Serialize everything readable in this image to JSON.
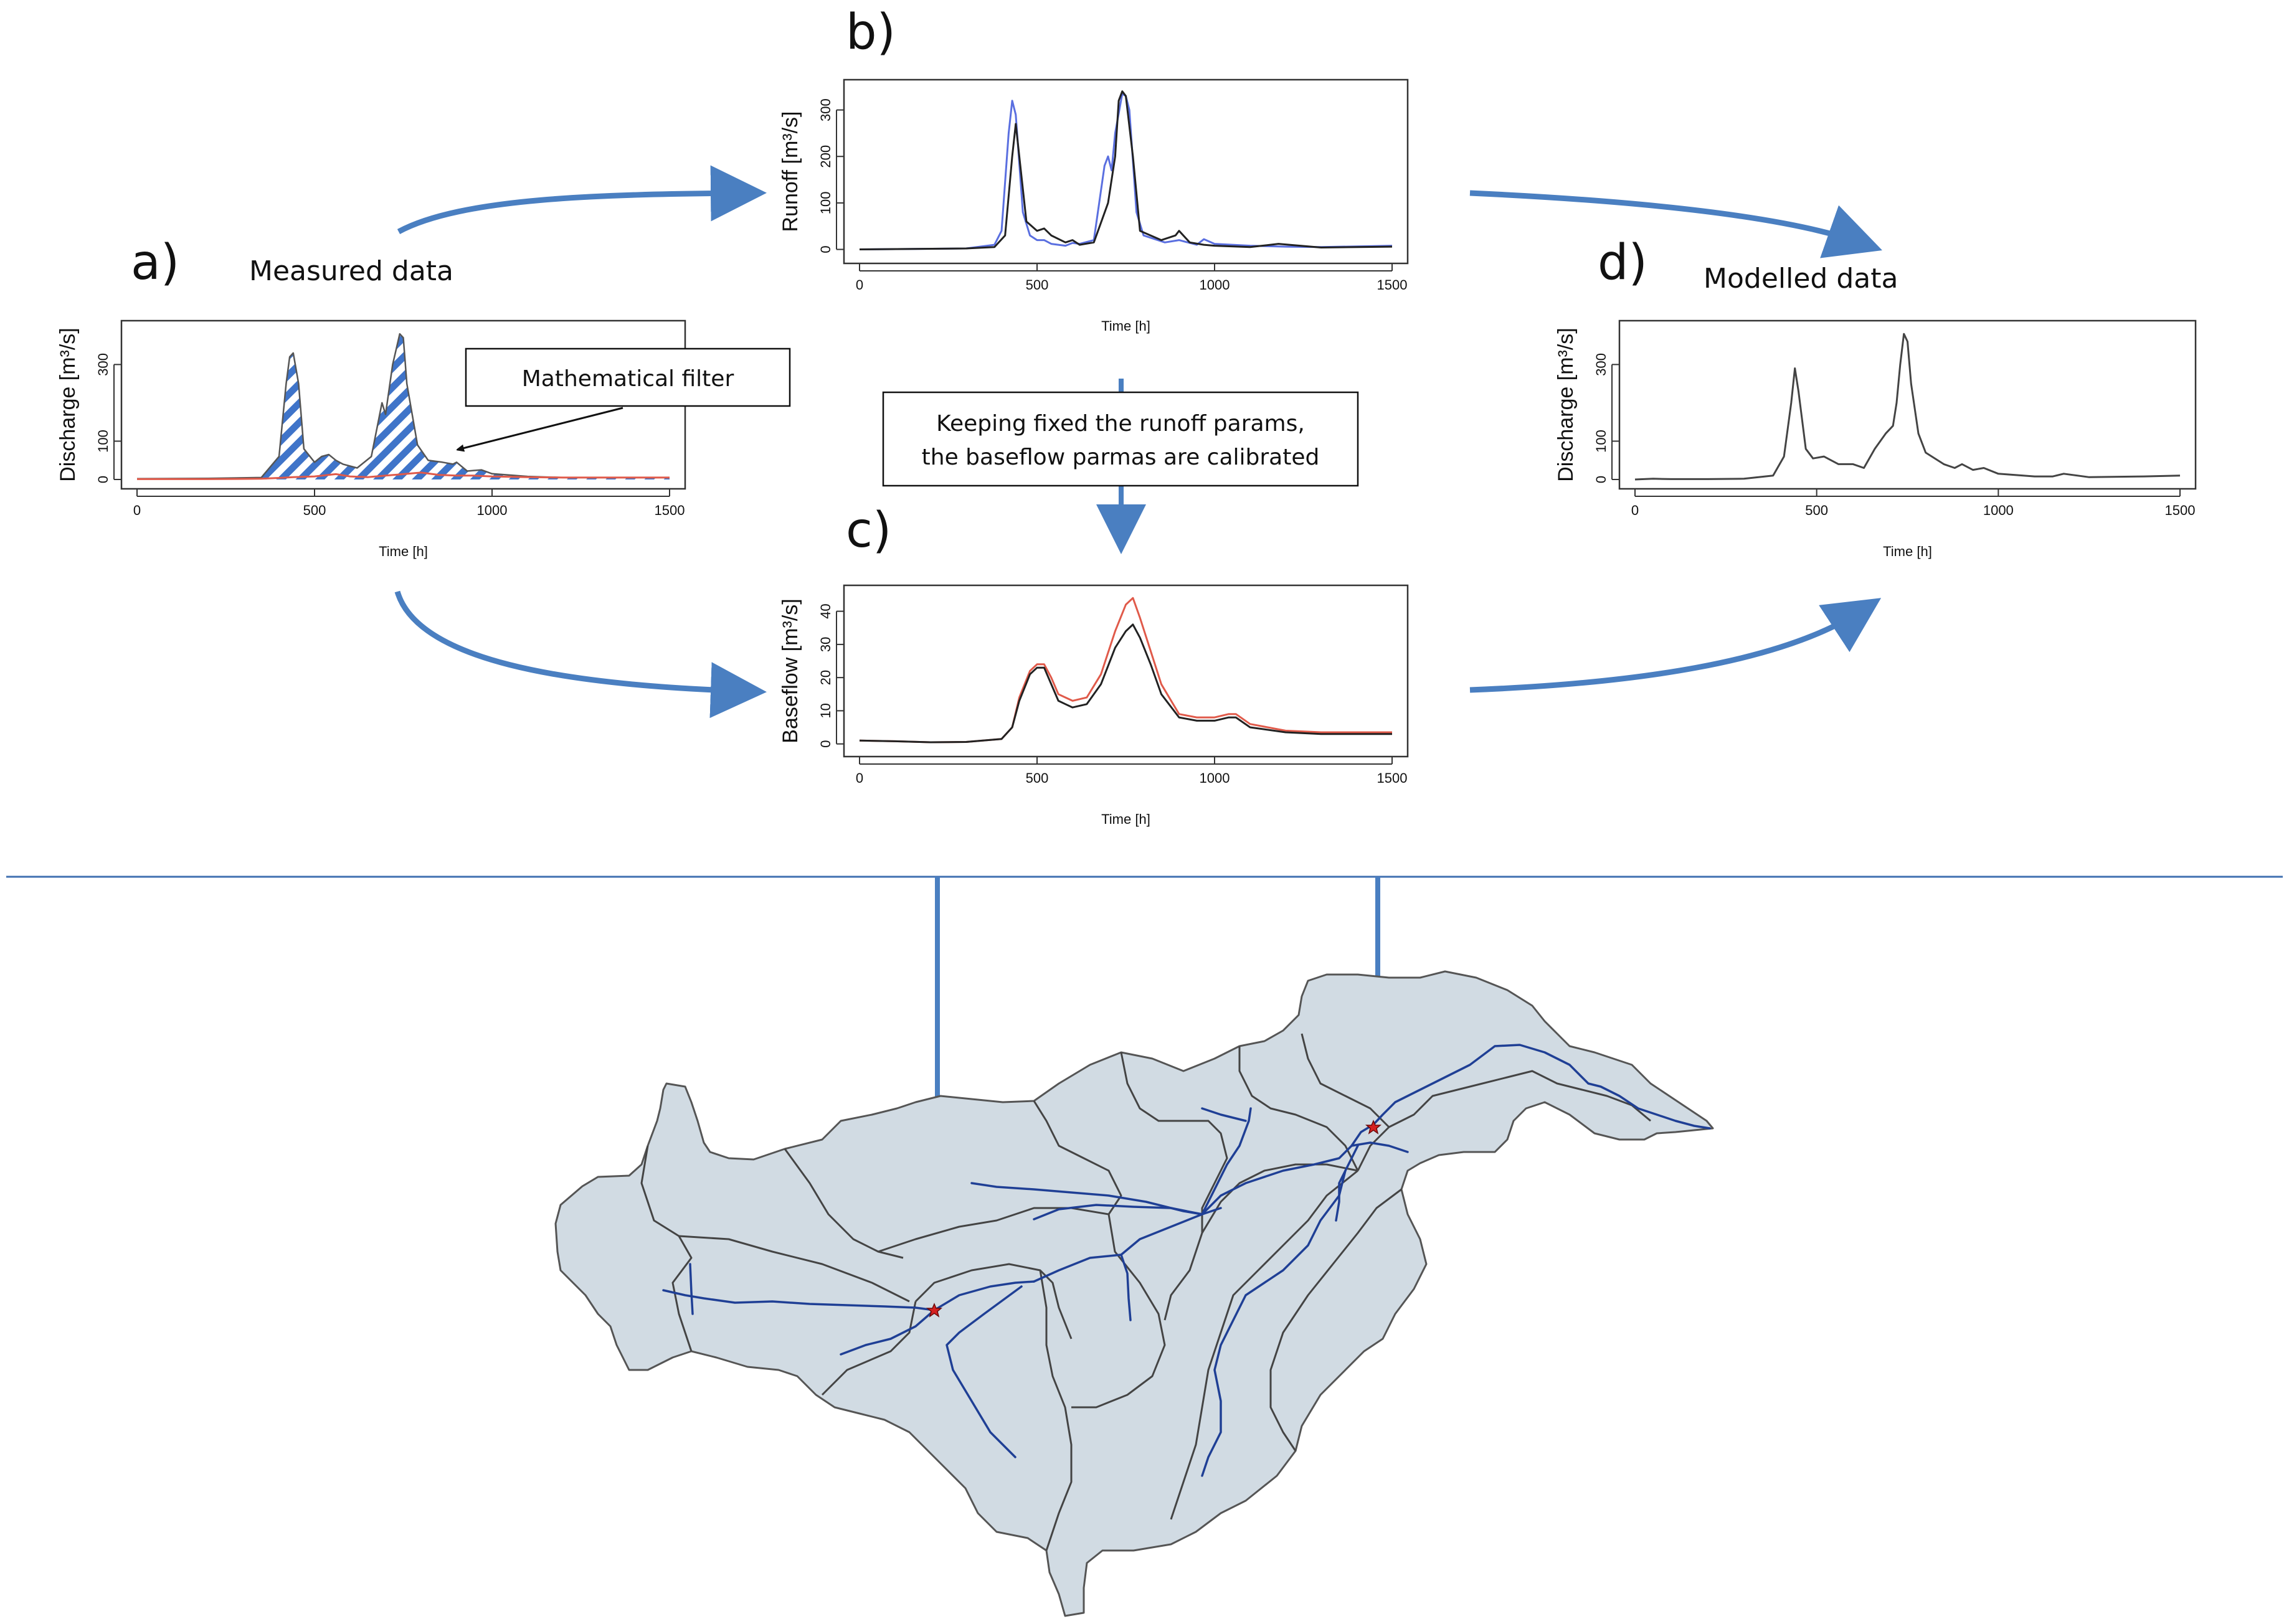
{
  "labels": {
    "panel_a": "a)",
    "panel_b": "b)",
    "panel_c": "c)",
    "panel_d": "d)",
    "measured": "Measured data",
    "modelled": "Modelled data",
    "filter_box": "Mathematical filter",
    "calib_line1": "Keeping fixed the runoff params,",
    "calib_line2": "the baseflow parmas are calibrated"
  },
  "colors": {
    "arrow": "#4a7fc1",
    "panel_line_blue": "#5a6fe0",
    "panel_line_red": "#e05a4a",
    "hatch_blue": "#3f74c9",
    "catchment_fill": "#d1dbe3",
    "river": "#1f3f95",
    "divider": "#3f6fb0",
    "outlet_star": "#d62020"
  },
  "chart_data": [
    {
      "id": "a",
      "type": "area",
      "title": "",
      "xlabel": "Time [h]",
      "ylabel": "Discharge [m³/s]",
      "xlim": [
        0,
        1500
      ],
      "ylim": [
        0,
        390
      ],
      "xticks": [
        0,
        500,
        1000,
        1500
      ],
      "yticks": [
        0,
        100,
        300
      ],
      "series": [
        {
          "x": [
            0,
            200,
            350,
            400,
            420,
            430,
            440,
            455,
            470,
            500,
            520,
            540,
            560,
            580,
            600,
            620,
            660,
            690,
            700,
            720,
            740,
            750,
            760,
            790,
            820,
            860,
            890,
            900,
            930,
            970,
            1000,
            1100,
            1200,
            1500
          ],
          "values": [
            2,
            3,
            5,
            60,
            250,
            320,
            330,
            250,
            80,
            45,
            60,
            65,
            50,
            40,
            35,
            30,
            60,
            200,
            170,
            300,
            380,
            370,
            250,
            90,
            50,
            45,
            40,
            45,
            22,
            25,
            15,
            8,
            5,
            5
          ]
        },
        {
          "x": [
            0,
            200,
            350,
            400,
            440,
            500,
            560,
            600,
            650,
            700,
            750,
            800,
            850,
            900,
            950,
            1000,
            1100,
            1200,
            1500
          ],
          "values": [
            1,
            1,
            2,
            4,
            6,
            8,
            14,
            8,
            6,
            10,
            14,
            18,
            12,
            10,
            10,
            8,
            6,
            5,
            5
          ]
        }
      ]
    },
    {
      "id": "b",
      "type": "line",
      "title": "",
      "xlabel": "Time [h]",
      "ylabel": "Runoff [m³/s]",
      "xlim": [
        0,
        1500
      ],
      "ylim": [
        -10,
        345
      ],
      "xticks": [
        0,
        500,
        1000,
        1500
      ],
      "yticks": [
        0,
        100,
        200,
        300
      ],
      "series": [
        {
          "x": [
            0,
            300,
            380,
            400,
            420,
            430,
            440,
            460,
            480,
            500,
            520,
            540,
            580,
            600,
            620,
            660,
            690,
            700,
            710,
            720,
            740,
            750,
            760,
            780,
            800,
            860,
            900,
            950,
            970,
            1000,
            1100,
            1200,
            1300,
            1500
          ],
          "values": [
            0,
            2,
            10,
            40,
            250,
            320,
            290,
            80,
            30,
            20,
            20,
            12,
            8,
            14,
            12,
            20,
            180,
            200,
            170,
            250,
            335,
            330,
            300,
            80,
            30,
            15,
            20,
            10,
            22,
            12,
            8,
            6,
            5,
            8
          ]
        },
        {
          "x": [
            0,
            300,
            380,
            410,
            430,
            440,
            450,
            470,
            500,
            520,
            540,
            580,
            600,
            620,
            660,
            700,
            720,
            730,
            740,
            750,
            770,
            790,
            850,
            890,
            900,
            930,
            970,
            1000,
            1100,
            1180,
            1300,
            1500
          ],
          "values": [
            0,
            2,
            5,
            30,
            200,
            270,
            200,
            60,
            40,
            45,
            30,
            15,
            20,
            10,
            15,
            100,
            200,
            320,
            340,
            330,
            200,
            40,
            20,
            30,
            40,
            15,
            10,
            8,
            5,
            12,
            4,
            6
          ]
        }
      ]
    },
    {
      "id": "c",
      "type": "line",
      "title": "",
      "xlabel": "Time [h]",
      "ylabel": "Baseflow [m³/s]",
      "xlim": [
        0,
        1500
      ],
      "ylim": [
        -1,
        45
      ],
      "xticks": [
        0,
        500,
        1000,
        1500
      ],
      "yticks": [
        0,
        10,
        20,
        30,
        40
      ],
      "series": [
        {
          "x": [
            0,
            100,
            200,
            300,
            400,
            430,
            450,
            480,
            500,
            520,
            540,
            560,
            580,
            600,
            640,
            680,
            720,
            750,
            770,
            790,
            820,
            850,
            900,
            950,
            1000,
            1040,
            1060,
            1100,
            1200,
            1300,
            1400,
            1500
          ],
          "values": [
            1,
            0.8,
            0.5,
            0.6,
            1.5,
            5,
            14,
            22,
            24,
            24,
            20,
            15,
            14,
            13,
            14,
            21,
            34,
            42,
            44,
            38,
            28,
            18,
            9,
            8,
            8,
            9,
            9,
            6,
            4,
            3.5,
            3.5,
            3.5
          ]
        },
        {
          "x": [
            0,
            100,
            200,
            300,
            400,
            430,
            450,
            480,
            500,
            520,
            540,
            560,
            580,
            600,
            640,
            680,
            720,
            750,
            770,
            790,
            820,
            850,
            900,
            950,
            1000,
            1040,
            1060,
            1100,
            1200,
            1300,
            1400,
            1500
          ],
          "values": [
            1,
            0.8,
            0.5,
            0.6,
            1.5,
            5,
            13,
            21,
            23,
            23,
            18,
            13,
            12,
            11,
            12,
            18,
            29,
            34,
            36,
            32,
            24,
            15,
            8,
            7,
            7,
            8,
            8,
            5,
            3.5,
            3,
            3,
            3
          ]
        }
      ]
    },
    {
      "id": "d",
      "type": "line",
      "title": "",
      "xlabel": "Time [h]",
      "ylabel": "Discharge [m³/s]",
      "xlim": [
        0,
        1500
      ],
      "ylim": [
        0,
        390
      ],
      "xticks": [
        0,
        500,
        1000,
        1500
      ],
      "yticks": [
        0,
        100,
        300
      ],
      "series": [
        {
          "x": [
            0,
            50,
            100,
            200,
            300,
            380,
            410,
            430,
            440,
            450,
            470,
            490,
            520,
            560,
            600,
            630,
            660,
            690,
            710,
            720,
            730,
            740,
            750,
            760,
            780,
            800,
            850,
            880,
            900,
            930,
            960,
            1000,
            1100,
            1150,
            1180,
            1250,
            1400,
            1500
          ],
          "values": [
            0,
            2,
            1,
            1,
            2,
            10,
            60,
            200,
            290,
            230,
            80,
            55,
            60,
            40,
            40,
            30,
            80,
            120,
            140,
            200,
            300,
            380,
            360,
            250,
            120,
            70,
            40,
            30,
            40,
            25,
            30,
            15,
            8,
            8,
            15,
            6,
            8,
            10
          ]
        }
      ]
    }
  ]
}
